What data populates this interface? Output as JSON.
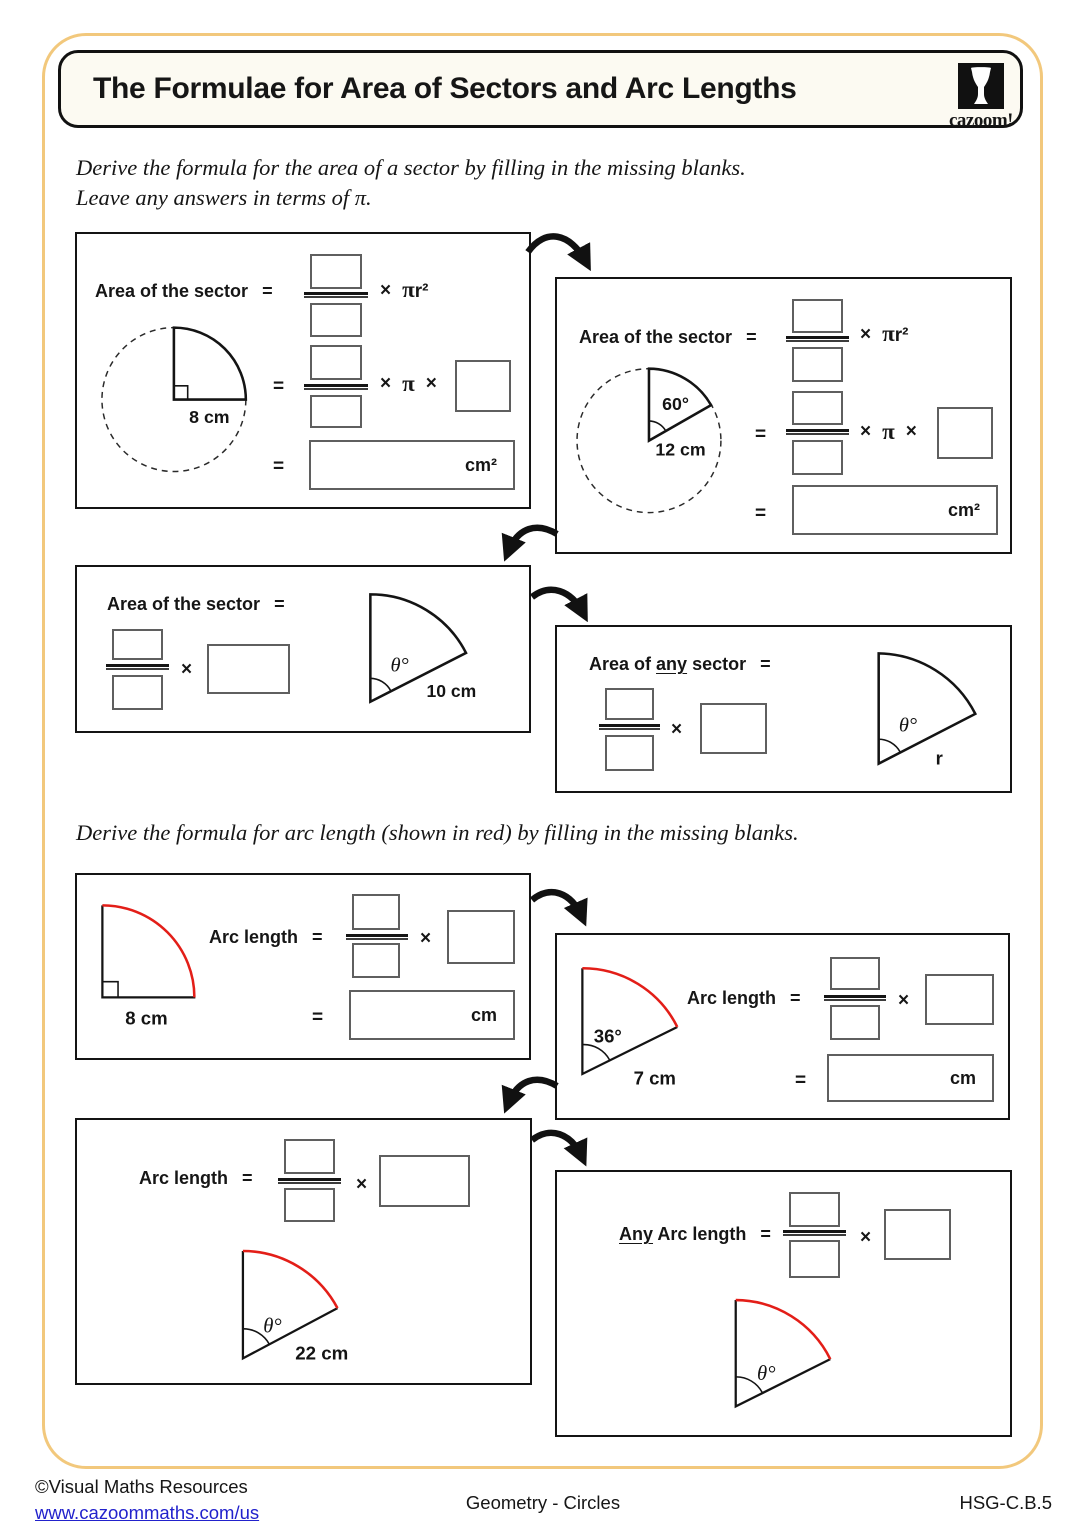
{
  "page": {
    "title": "The Formulae for Area of Sectors and Arc Lengths",
    "logo_brand": "cazoom!",
    "instruction_area_line1": "Derive the formula for the area of a sector by filling in the missing blanks.",
    "instruction_area_line2": "Leave any answers in terms of π.",
    "instruction_arc": "Derive the formula for arc length (shown in red) by filling in the missing blanks."
  },
  "symbols": {
    "equals": "=",
    "times": "×",
    "pi": "π",
    "r_squared": "r²",
    "cm_squared": "cm²",
    "cm": "cm"
  },
  "panels": {
    "p1": {
      "label": "Area of the sector",
      "radius_label": "8 cm",
      "unit": "cm²"
    },
    "p2": {
      "label": "Area of the sector",
      "angle_label": "60°",
      "radius_label": "12 cm",
      "unit": "cm²"
    },
    "p3": {
      "label": "Area of the sector",
      "angle_label": "θ°",
      "radius_label": "10 cm"
    },
    "p4": {
      "label_pre": "Area of",
      "label_underlined": "any",
      "label_post": "sector",
      "angle_label": "θ°",
      "radius_label": "r"
    },
    "p5": {
      "label": "Arc length",
      "radius_label": "8 cm",
      "unit": "cm"
    },
    "p6": {
      "label": "Arc length",
      "angle_label": "36°",
      "radius_label": "7 cm",
      "unit": "cm"
    },
    "p7": {
      "label": "Arc length",
      "angle_label": "θ°",
      "radius_label": "22 cm"
    },
    "p8": {
      "label_underlined": "Any",
      "label_post": "Arc length",
      "angle_label": "θ°"
    }
  },
  "footer": {
    "copyright": "©Visual Maths Resources",
    "website": "www.cazoommaths.com/us",
    "topic": "Geometry - Circles",
    "code": "HSG-C.B.5"
  },
  "colors": {
    "arc_red": "#e31e18",
    "frame_gold": "#f2c87c",
    "link_blue": "#2222cc"
  }
}
